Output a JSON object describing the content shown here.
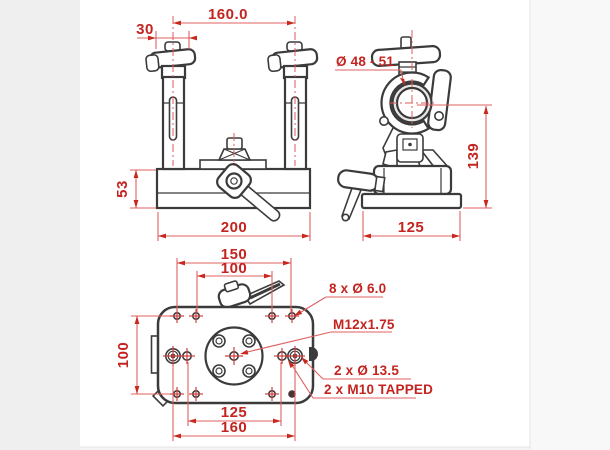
{
  "colors": {
    "line": "#3b3b3b",
    "dimension_red": "#c32420",
    "background": "#ffffff",
    "margin_gray": "#efefef"
  },
  "front_view": {
    "dim_post_spacing": "160.0",
    "dim_wing_width": "30",
    "dim_base_height": "53",
    "dim_base_width": "200"
  },
  "side_view": {
    "label_clamp_diameter": "Ø 48 - 51",
    "dim_overall_height": "139",
    "dim_base_depth": "125"
  },
  "bottom_view": {
    "dim_hole_span_outer_top": "150",
    "dim_hole_span_inner_top": "100",
    "dim_hole_rows": "100",
    "dim_tapped_span": "125",
    "dim_through_span": "160",
    "label_small_holes": "8 x Ø 6.0",
    "label_center_thread": "M12x1.75",
    "label_through_holes": "2 x Ø 13.5",
    "label_tapped_holes": "2 x M10 TAPPED"
  }
}
